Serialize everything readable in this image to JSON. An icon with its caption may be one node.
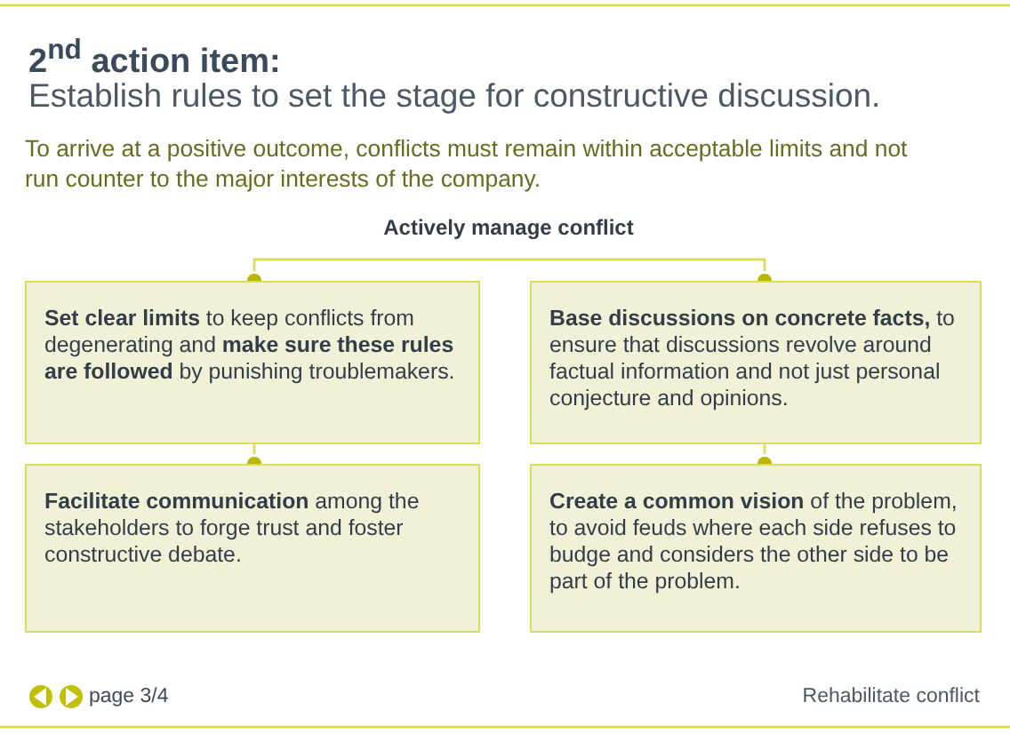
{
  "diagram": {
    "title": "2$^{nd}$ action item:",
    "nodes": [
      {
        "text": [
          "Actively manage conflict"
        ]
      },
      {
        "text": [
          "**Set clear limits** to keep conflicts from degenerating and **make sure these rules are followed** by punishing troublemakers."
        ]
      },
      {
        "text": [
          "**Base discussions on concrete facts,** to ensure that discussions revolve around factual information and not just personal conjecture and opinions."
        ]
      },
      {
        "text": [
          "**Facilitate communication** among the stakeholders to forge trust and foster constructive debate."
        ]
      },
      {
        "text": [
          "**Create a common vision** of the problem, to avoid feuds where each side refuses to budge and considers the other side to be part of the problem."
        ]
      }
    ],
    "edges": [
      {
        "from": 0,
        "to": 1,
        "arrow": "other"
      },
      {
        "from": 0,
        "to": 2,
        "arrow": "other"
      },
      {
        "from": 1,
        "to": 3,
        "arrow": "other"
      },
      {
        "from": 2,
        "to": 4,
        "arrow": "other"
      }
    ],
    "labels": [
      "Establish rules to set the stage for constructive discussion.",
      "To arrive at a positive outcome, conflicts must remain within acceptable limits and not run counter to the major interests of the company.",
      "page 3/4",
      "Rehabilitate conflict"
    ]
  }
}
